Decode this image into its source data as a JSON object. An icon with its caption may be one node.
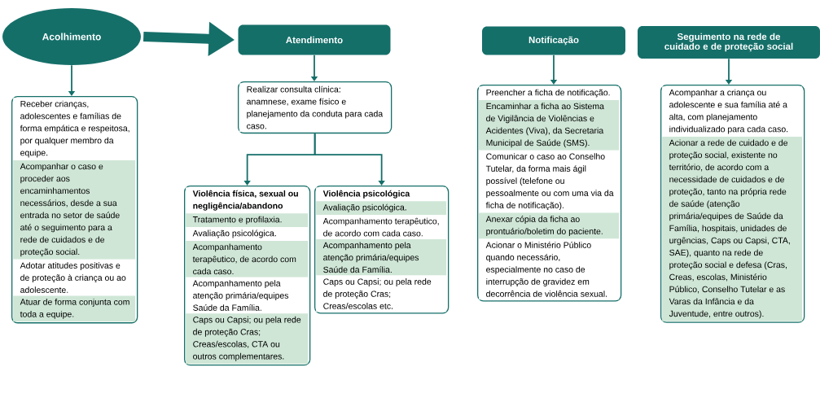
{
  "diagram": {
    "nodes": [
      {
        "text": [
          "Acolhimento"
        ]
      },
      {
        "text": [
          "Atendimento"
        ]
      },
      {
        "text": [
          "Notificação"
        ]
      },
      {
        "text": [
          "Seguimento na rede de cuidado e de proteção social"
        ]
      },
      {
        "text": [
          "Receber crianças, adolescentes e famílias de forma empática e respeitosa, por qualquer membro da equipe.",
          "Acompanhar o caso e proceder aos encaminhamentos necessários, desde a sua entrada no setor de saúde até o seguimento para a rede de cuidados e de proteção social.",
          "Adotar atitudes positivas e de proteção à criança ou ao adolescente.",
          "Atuar de forma conjunta com toda a equipe."
        ]
      },
      {
        "text": [
          "Realizar consulta clínica: anamnese, exame físico e planejamento da conduta para cada caso."
        ]
      },
      {
        "text": [
          "Violência física, sexual ou negligência/abandono",
          "Tratamento e profilaxia.",
          "Avaliação psicológica.",
          "Acompanhamento terapêutico, de acordo com cada caso.",
          "Acompanhamento pela atenção primária/equipes Saúde da Família.",
          "Caps ou Capsi; ou pela rede de proteção Cras; Creas/escolas, CTA ou outros complementares."
        ]
      },
      {
        "text": [
          "Violência psicológica",
          "Avaliação psicológica.",
          "Acompanhamento terapêutico, de acordo com cada caso.",
          "Acompanhamento pela atenção primária/equipes Saúde da Família.",
          "Caps ou Capsi; ou pela rede de proteção Cras; Creas/escolas etc."
        ]
      },
      {
        "text": [
          "Preencher a ficha de notificação.",
          "Encaminhar a ficha  ao Sistema de Vigilância de Violências e Acidentes (Viva), da Secretaria Municipal de Saúde (SMS).",
          "Comunicar o caso ao Conselho Tutelar, da forma mais ágil possível (telefone ou pessoalmente ou com uma via da ficha de notificação).",
          "Anexar cópia da ficha ao prontuário/boletim do paciente.",
          "Acionar o Ministério Público quando necessário, especialmente no caso de interrupção de gravidez em decorrência de violência sexual."
        ]
      },
      {
        "text": [
          "Acompanhar a criança ou adolescente e sua família até a alta, com planejamento individualizado para cada caso.",
          "Acionar a rede de cuidado e de proteção social, existente no território, de acordo com a necessidade de cuidados e de proteção, tanto na própria rede de saúde (atenção primária/equipes de Saúde da Família, hospitais, unidades de urgências, Caps ou Capsi, CTA, SAE), quanto na rede de proteção social e defesa (Cras, Creas, escolas, Ministério Público, Conselho Tutelar e as Varas da Infância e da Juventude, entre outros)."
        ]
      }
    ],
    "edges": [
      {
        "from": 0,
        "to": 1,
        "arrow": "to",
        "style": "thick"
      },
      {
        "from": 0,
        "to": 4,
        "arrow": "to"
      },
      {
        "from": 1,
        "to": 5,
        "arrow": "to"
      },
      {
        "from": 5,
        "to": 6,
        "arrow": "to"
      },
      {
        "from": 5,
        "to": 7,
        "arrow": "to"
      },
      {
        "from": 2,
        "to": 8,
        "arrow": "to"
      },
      {
        "from": 3,
        "to": 9,
        "arrow": "to"
      }
    ]
  }
}
